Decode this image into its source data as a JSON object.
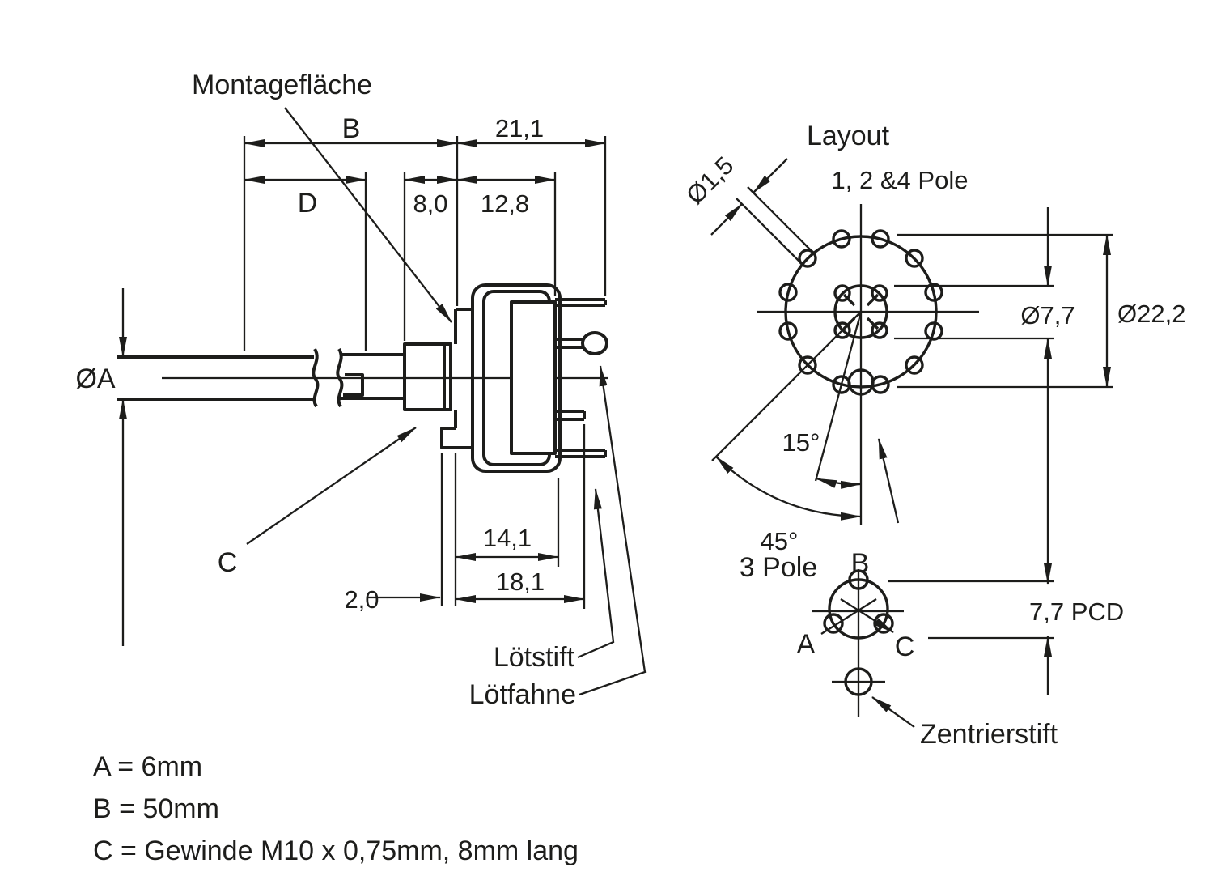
{
  "colors": {
    "ink": "#1d1d1b",
    "background": "#ffffff"
  },
  "side": {
    "montage_label": "Montagefläche",
    "dim_b": "B",
    "dim_21": "21,1",
    "dim_d": "D",
    "dim_8": "8,0",
    "dim_12": "12,8",
    "dim_oa": "ØA",
    "label_c": "C",
    "dim_2": "2,0",
    "dim_14": "14,1",
    "dim_18": "18,1",
    "label_loetstift": "Lötstift",
    "label_loetfahne": "Lötfahne"
  },
  "layout": {
    "title": "Layout",
    "subtitle": "1, 2 &4 Pole",
    "dim_hole": "Ø1,5",
    "dim_inner": "Ø7,7",
    "dim_outer": "Ø22,2",
    "angle_15": "15°",
    "angle_45": "45°"
  },
  "pole3": {
    "title": "3 Pole",
    "pin_a": "A",
    "pin_b": "B",
    "pin_c": "C",
    "dim_pcd": "7,7 PCD",
    "label_zentrierstift": "Zentrierstift"
  },
  "legend": {
    "a": "A = 6mm",
    "b": "B = 50mm",
    "c": "C = Gewinde M10 x 0,75mm, 8mm lang"
  }
}
